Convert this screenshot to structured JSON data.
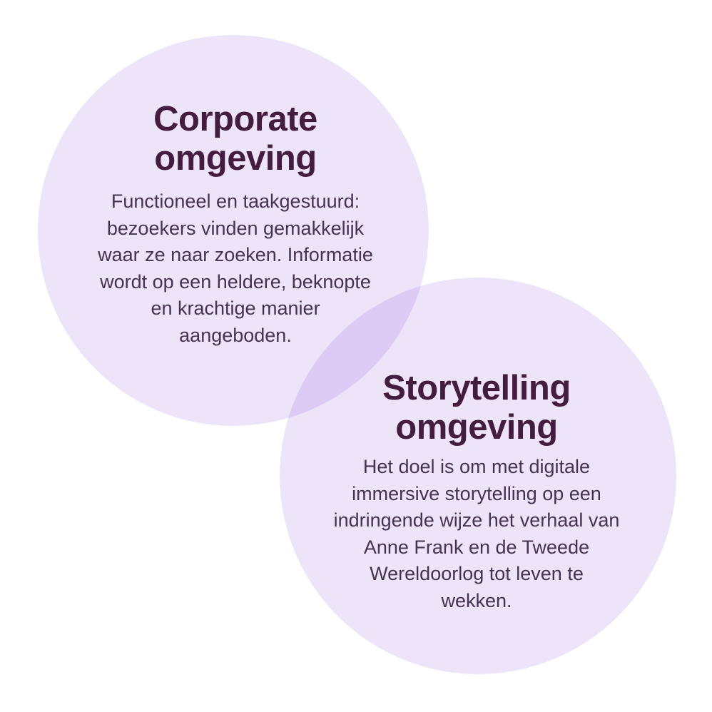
{
  "colors": {
    "background": "#ffffff",
    "circle_fill": "#ede4fa",
    "overlap_fill": "#dccbf2",
    "heading_color": "#441c3f",
    "body_color": "#453352"
  },
  "venn": {
    "circles": [
      {
        "id": "corporate",
        "title": "Corporate omgeving",
        "title_lines": [
          "Corporate",
          "omgeving"
        ],
        "description": "Functioneel en taakgestuurd: bezoekers vinden gemakkelijk waar ze naar zoeken. Informatie wordt op een heldere, beknopte en krachtige manier aangeboden.",
        "description_lines": [
          "Functioneel en taakgestuurd:",
          "bezoekers vinden gemakkelijk",
          "waar ze naar zoeken. Informatie",
          "wordt op een heldere, beknopte",
          "en krachtige manier",
          "aangeboden."
        ]
      },
      {
        "id": "storytelling",
        "title": "Storytelling omgeving",
        "title_lines": [
          "Storytelling",
          "omgeving"
        ],
        "description": "Het doel is om met digitale immersive storytelling op een indringende wijze het verhaal van Anne Frank en de Tweede Wereldoorlog tot leven te wekken.",
        "description_lines": [
          "Het doel is om met digitale",
          "immersive storytelling op een",
          "indringende wijze het verhaal van",
          "Anne Frank en de Tweede",
          "Wereldoorlog tot leven te",
          "wekken."
        ]
      }
    ]
  }
}
